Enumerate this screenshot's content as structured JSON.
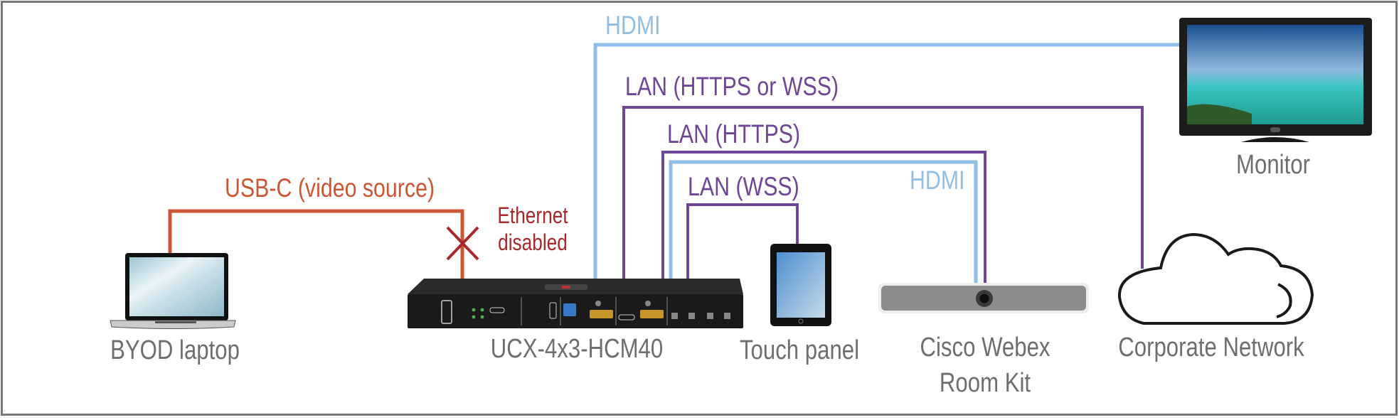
{
  "diagram": {
    "title": "UCX-4x3-HCM40 connection diagram",
    "colors": {
      "hdmi": "#8fbfe6",
      "lan": "#6f4596",
      "usb": "#cc5534",
      "disabled": "#a8282c",
      "caption": "#6d6e71",
      "border": "#777a7d"
    },
    "devices": {
      "laptop": {
        "label": "BYOD laptop",
        "icon": "laptop-icon"
      },
      "switcher": {
        "label": "UCX-4x3-HCM40",
        "icon": "matrix-switcher-icon"
      },
      "touch_panel": {
        "label": "Touch panel",
        "icon": "tablet-icon"
      },
      "webex": {
        "label_line1": "Cisco Webex",
        "label_line2": "Room Kit",
        "icon": "video-bar-icon"
      },
      "network": {
        "label": "Corporate Network",
        "icon": "cloud-icon"
      },
      "monitor": {
        "label": "Monitor",
        "icon": "monitor-icon"
      }
    },
    "connections": [
      {
        "id": "usb",
        "label": "USB-C (video source)",
        "type": "usb",
        "from": "BYOD laptop",
        "to": "UCX-4x3-HCM40"
      },
      {
        "id": "hdmi-monitor",
        "label": "HDMI",
        "type": "hdmi",
        "from": "UCX-4x3-HCM40",
        "to": "Monitor"
      },
      {
        "id": "lan-network",
        "label": "LAN (HTTPS or WSS)",
        "type": "lan",
        "from": "UCX-4x3-HCM40",
        "to": "Corporate Network"
      },
      {
        "id": "lan-webex",
        "label": "LAN (HTTPS)",
        "type": "lan",
        "from": "UCX-4x3-HCM40",
        "to": "Cisco Webex Room Kit"
      },
      {
        "id": "hdmi-webex",
        "label": "HDMI",
        "type": "hdmi",
        "from": "UCX-4x3-HCM40",
        "to": "Cisco Webex Room Kit"
      },
      {
        "id": "lan-touch",
        "label": "LAN (WSS)",
        "type": "lan",
        "from": "UCX-4x3-HCM40",
        "to": "Touch panel"
      }
    ],
    "ethernet_status": {
      "line1": "Ethernet",
      "line2": "disabled",
      "icon": "disabled-x-icon"
    }
  }
}
